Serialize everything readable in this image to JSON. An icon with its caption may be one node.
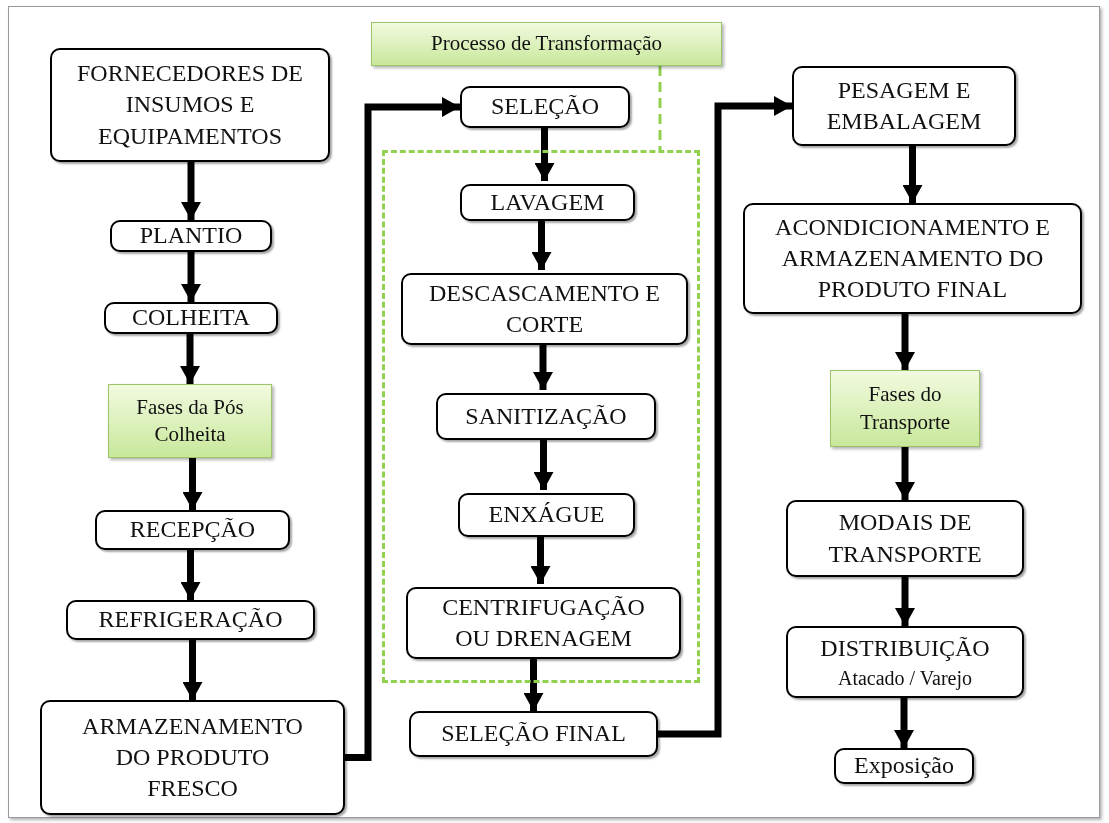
{
  "diagram": {
    "nodes": [
      {
        "text": [
          "FORNECEDORES DE INSUMOS E EQUIPAMENTOS"
        ]
      },
      {
        "text": [
          "PLANTIO"
        ]
      },
      {
        "text": [
          "COLHEITA"
        ]
      },
      {
        "text": [
          "Fases da Pós Colheita"
        ]
      },
      {
        "text": [
          "RECEPÇÃO"
        ]
      },
      {
        "text": [
          "REFRIGERAÇÃO"
        ]
      },
      {
        "text": [
          "ARMAZENAMENTO DO PRODUTO FRESCO"
        ]
      },
      {
        "text": [
          "Processo de Transformação"
        ]
      },
      {
        "text": [
          "SELEÇÃO"
        ]
      },
      {
        "text": [],
        "shape": "box"
      },
      {
        "text": [
          "LAVAGEM"
        ],
        "in": 9
      },
      {
        "text": [
          "DESCASCAMENTO E CORTE"
        ],
        "in": 9
      },
      {
        "text": [
          "SANITIZAÇÃO"
        ],
        "in": 9
      },
      {
        "text": [
          "ENXÁGUE"
        ],
        "in": 9
      },
      {
        "text": [
          "CENTRIFUGAÇÃO OU DRENAGEM"
        ],
        "in": 9
      },
      {
        "text": [
          "SELEÇÃO FINAL"
        ]
      },
      {
        "text": [
          "PESAGEM E EMBALAGEM"
        ]
      },
      {
        "text": [
          "ACONDICIONAMENTO E ARMAZENAMENTO DO PRODUTO FINAL"
        ]
      },
      {
        "text": [
          "Fases do Transporte"
        ]
      },
      {
        "text": [
          "MODAIS DE TRANSPORTE"
        ]
      },
      {
        "text": [
          "DISTRIBUIÇÃO",
          "Atacado / Varejo"
        ]
      },
      {
        "text": [
          "Exposição"
        ]
      }
    ],
    "edges": [
      {
        "from": 0,
        "to": 1,
        "arrow": "to"
      },
      {
        "from": 1,
        "to": 2,
        "arrow": "to"
      },
      {
        "from": 2,
        "to": 3,
        "arrow": "to"
      },
      {
        "from": 3,
        "to": 4,
        "arrow": "to"
      },
      {
        "from": 4,
        "to": 5,
        "arrow": "to"
      },
      {
        "from": 5,
        "to": 6,
        "arrow": "to"
      },
      {
        "from": 6,
        "to": 8,
        "arrow": "to"
      },
      {
        "from": 7,
        "to": 9,
        "arrow": "none",
        "style": "dashed",
        "color": "#92d050"
      },
      {
        "from": 8,
        "to": 10,
        "arrow": "to"
      },
      {
        "from": 10,
        "to": 11,
        "arrow": "to"
      },
      {
        "from": 11,
        "to": 12,
        "arrow": "to"
      },
      {
        "from": 12,
        "to": 13,
        "arrow": "to"
      },
      {
        "from": 13,
        "to": 14,
        "arrow": "to"
      },
      {
        "from": 14,
        "to": 15,
        "arrow": "to"
      },
      {
        "from": 15,
        "to": 16,
        "arrow": "to"
      },
      {
        "from": 16,
        "to": 17,
        "arrow": "to"
      },
      {
        "from": 17,
        "to": 18,
        "arrow": "to"
      },
      {
        "from": 18,
        "to": 19,
        "arrow": "to"
      },
      {
        "from": 19,
        "to": 20,
        "arrow": "to"
      },
      {
        "from": 20,
        "to": 21,
        "arrow": "to"
      }
    ]
  }
}
